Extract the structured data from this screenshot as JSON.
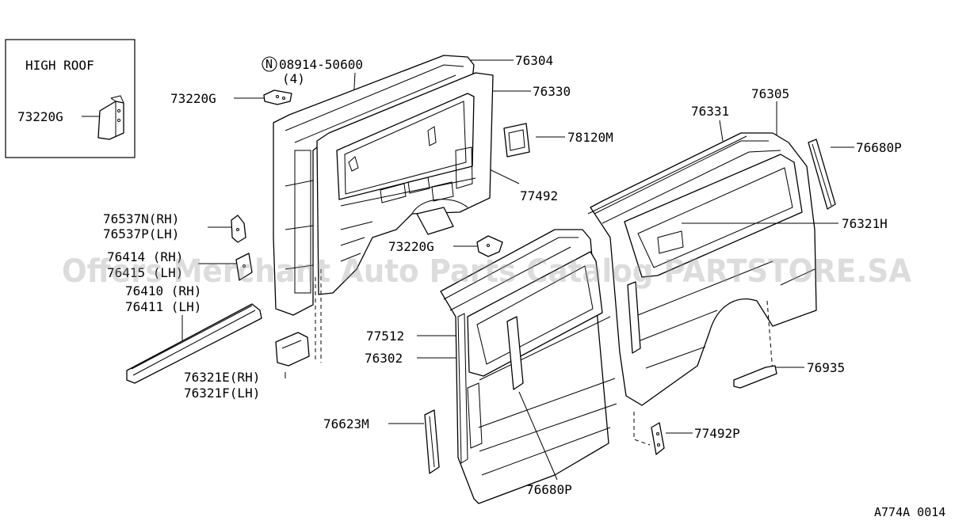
{
  "inset": {
    "title": "HIGH ROOF",
    "part_label": "73220G"
  },
  "callouts": {
    "p73220g_top": "73220G",
    "bolt_n": "N",
    "bolt_code": "08914-50600",
    "bolt_qty": "(4)",
    "p76304": "76304",
    "p76330": "76330",
    "p78120m": "78120M",
    "p77492": "77492",
    "p76331": "76331",
    "p76305": "76305",
    "p76680p_top": "76680P",
    "p76321h": "76321H",
    "p76537n": "76537N(RH)",
    "p76537p": "76537P(LH)",
    "p76414": "76414 (RH)",
    "p76415": "76415 (LH)",
    "p76410": "76410 (RH)",
    "p76411": "76411 (LH)",
    "p73220g_mid": "73220G",
    "p77512": "77512",
    "p76302": "76302",
    "p76321e": "76321E(RH)",
    "p76321f": "76321F(LH)",
    "p76623m": "76623M",
    "p76935": "76935",
    "p77492p": "77492P",
    "p76680p_bottom": "76680P"
  },
  "diagram_code": "A774A 0014",
  "watermark": "Offers Merchant Auto Parts Catalog PARTSTORE.SA"
}
